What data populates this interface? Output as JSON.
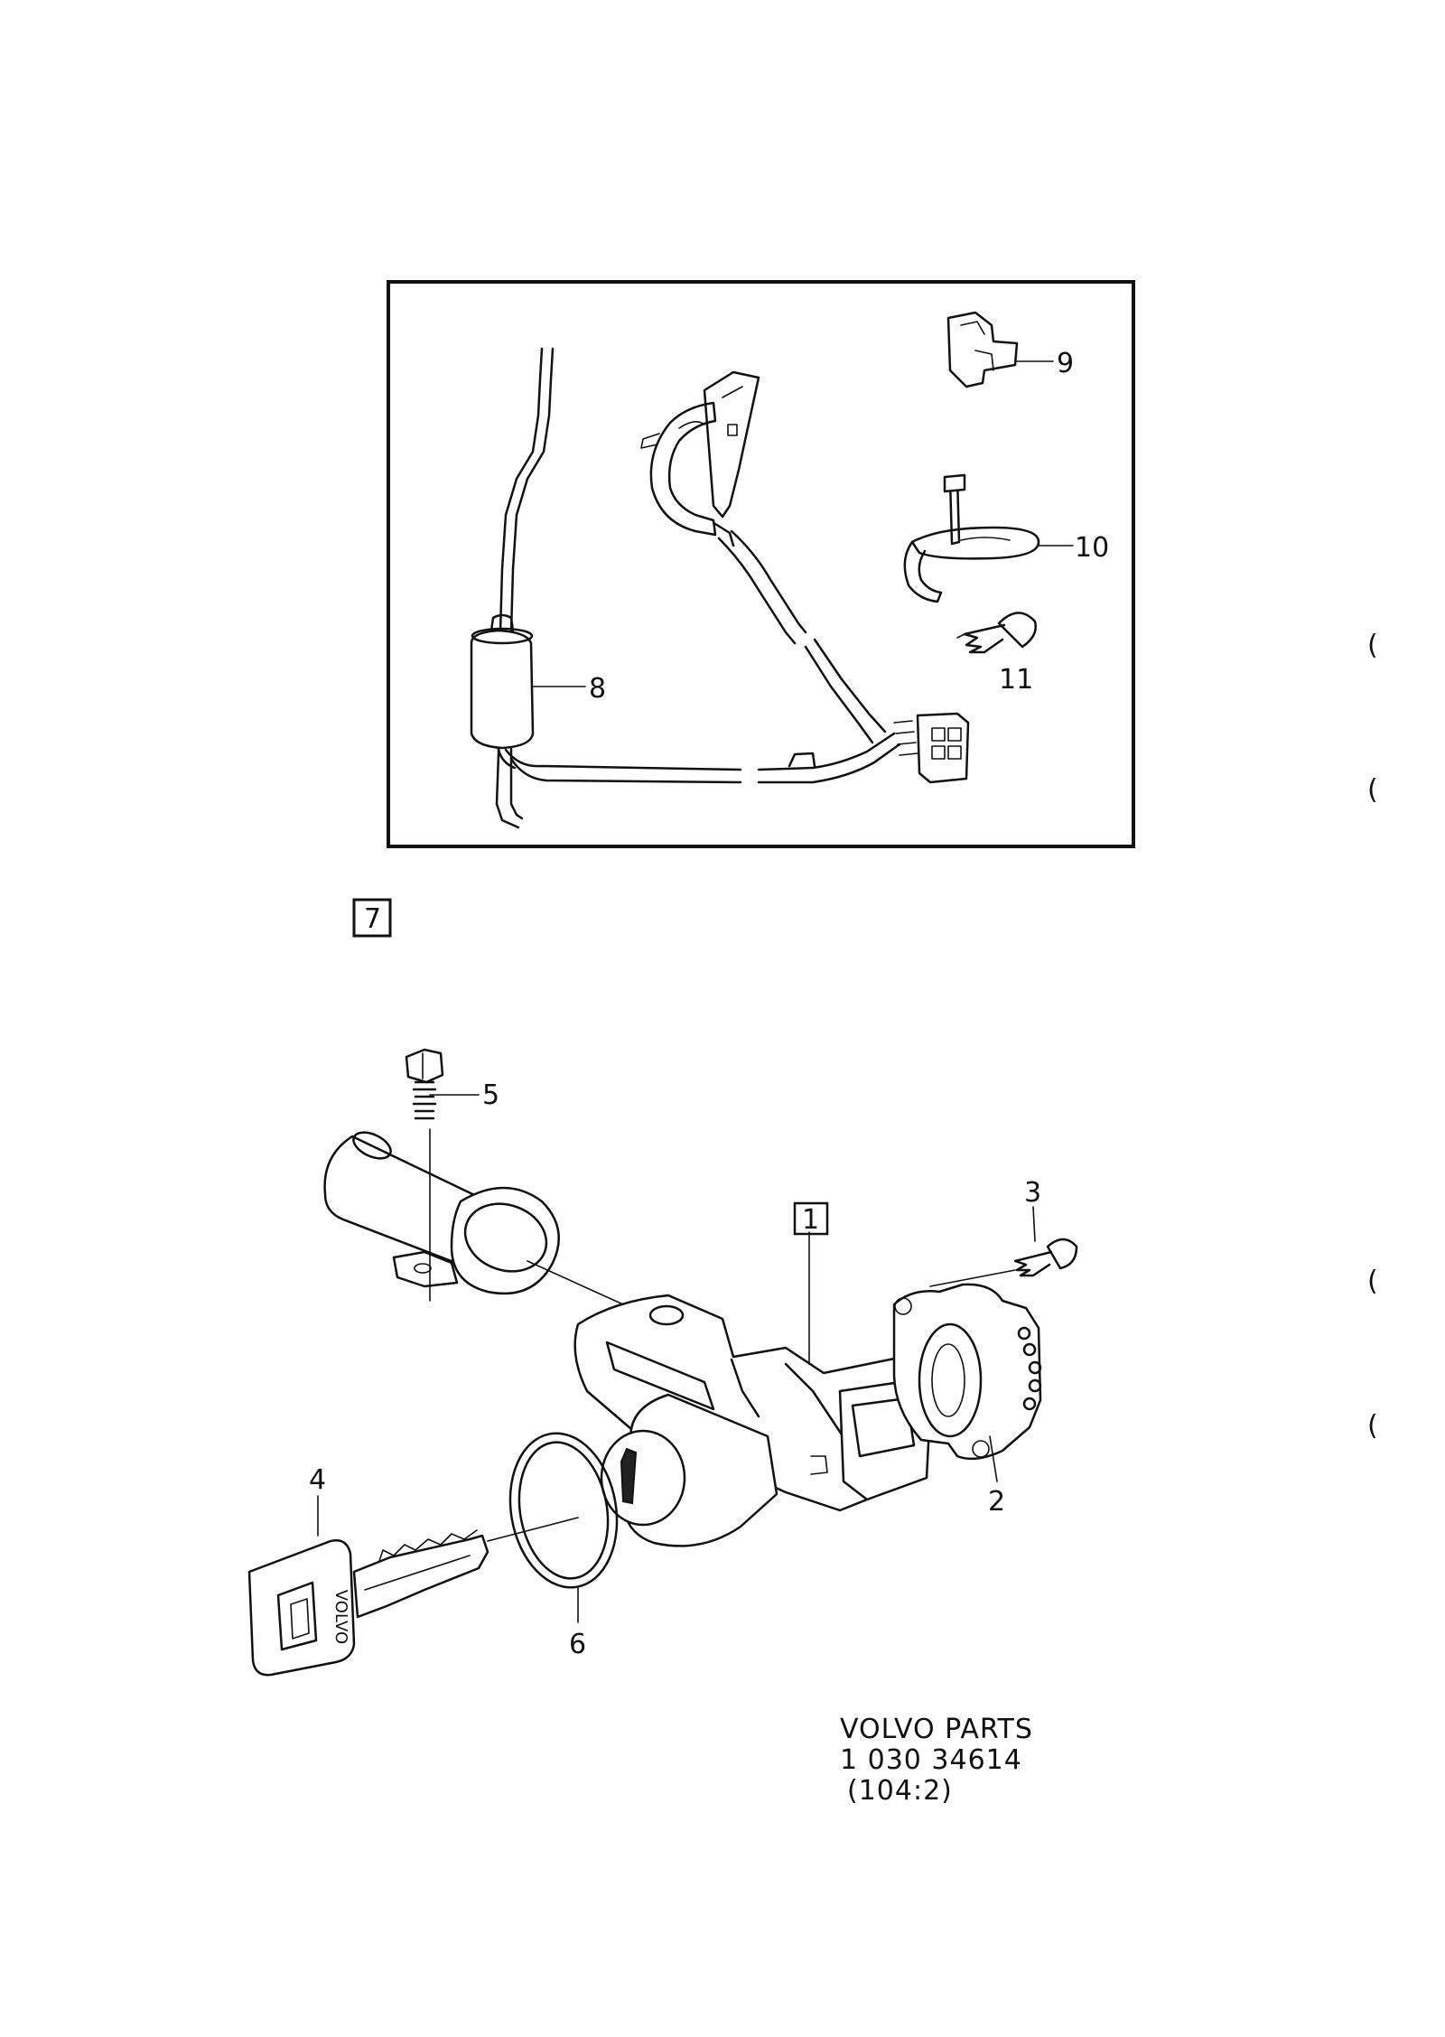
{
  "callouts": {
    "c1": "1",
    "c2": "2",
    "c3": "3",
    "c4": "4",
    "c5": "5",
    "c6": "6",
    "c7": "7",
    "c8": "8",
    "c9": "9",
    "c10": "10",
    "c11": "11"
  },
  "key_brand": "VOLVO",
  "footer": {
    "line1": "VOLVO  PARTS",
    "line2": "1 030   34614",
    "line3": "(104:2)"
  },
  "margin_marks": [
    "(",
    "(",
    "(",
    "("
  ]
}
